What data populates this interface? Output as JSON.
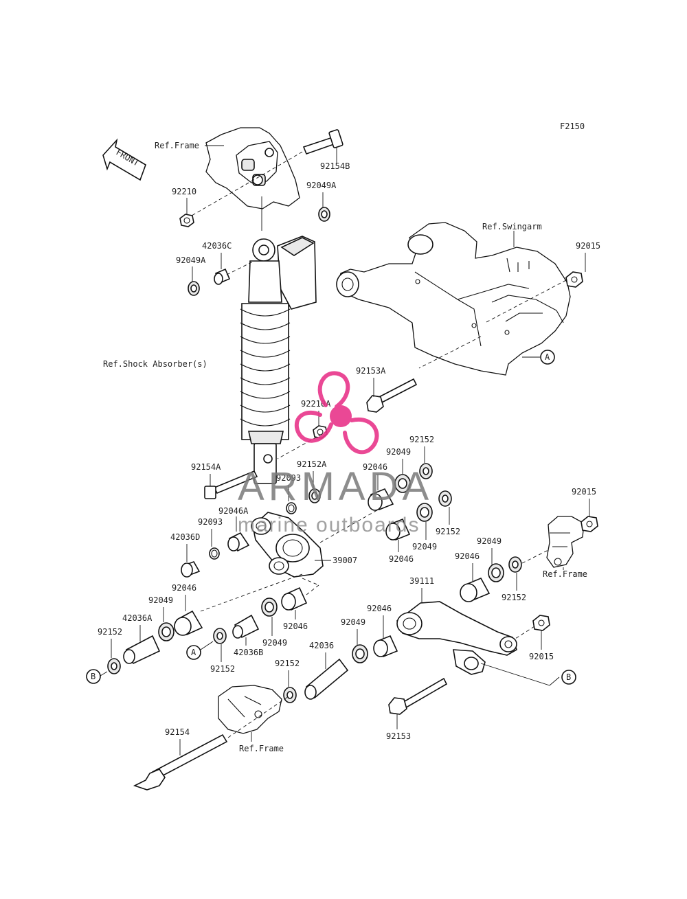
{
  "figure_id": "F2150",
  "front_label": "FRONT",
  "ref_labels": {
    "frame_top": "Ref.Frame",
    "swingarm": "Ref.Swingarm",
    "shock": "Ref.Shock Absorber(s)",
    "frame_right": "Ref.Frame",
    "frame_bottom": "Ref.Frame"
  },
  "callouts": {
    "A": "A",
    "B": "B"
  },
  "part_numbers": {
    "p92154B": "92154B",
    "p92210": "92210",
    "p92049A_top": "92049A",
    "p42036C": "42036C",
    "p92049A_left": "92049A",
    "p92015_top": "92015",
    "p92153A": "92153A",
    "p92210A": "92210A",
    "p92154A": "92154A",
    "p92152A": "92152A",
    "p92093_top": "92093",
    "p92046A": "92046A",
    "p92093_left": "92093",
    "p42036D": "42036D",
    "p92046_center": "92046",
    "p92049_center": "92049",
    "p92152_center": "92152",
    "p92152_r2": "92152",
    "p92049_r2": "92049",
    "p92046_r2": "92046",
    "p39007": "39007",
    "p92015_right": "92015",
    "p92049_right": "92049",
    "p92046_right": "92046",
    "p92152_right": "92152",
    "p39111": "39111",
    "p92046_left": "92046",
    "p92049_left": "92049",
    "p42036A": "42036A",
    "p92152_left": "92152",
    "p92152_a": "92152",
    "p42036B": "42036B",
    "p92049_low": "92049",
    "p92046_low": "92046",
    "p92046_link": "92046",
    "p92049_link": "92049",
    "p42036": "42036",
    "p92152_low": "92152",
    "p92015_low": "92015",
    "p92153": "92153",
    "p92154": "92154"
  },
  "watermark": {
    "brand": "ARMADA",
    "tagline": "marine outboards",
    "color": "#e8358a"
  }
}
